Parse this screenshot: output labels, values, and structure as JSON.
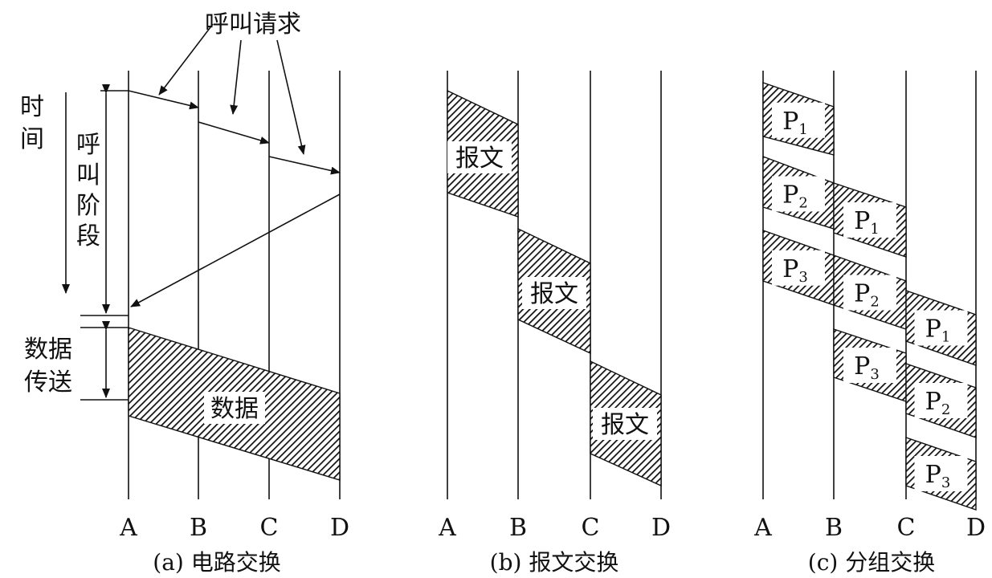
{
  "panels": [
    {
      "caption": "(a) 电路交换",
      "nodes": [
        "A",
        "B",
        "C",
        "D"
      ],
      "call_request_label": "呼叫请求",
      "time_label": [
        "时",
        "间"
      ],
      "call_phase_label": [
        "呼",
        "叫",
        "阶",
        "段"
      ],
      "data_transfer_label": [
        "数据",
        "传送"
      ],
      "data_label": "数据"
    },
    {
      "caption": "(b) 报文交换",
      "nodes": [
        "A",
        "B",
        "C",
        "D"
      ],
      "message_label": "报文"
    },
    {
      "caption": "(c) 分组交换",
      "nodes": [
        "A",
        "B",
        "C",
        "D"
      ],
      "packets": [
        "P1",
        "P2",
        "P3"
      ]
    }
  ],
  "colors": {
    "ink": "#111111",
    "background": "#ffffff"
  }
}
